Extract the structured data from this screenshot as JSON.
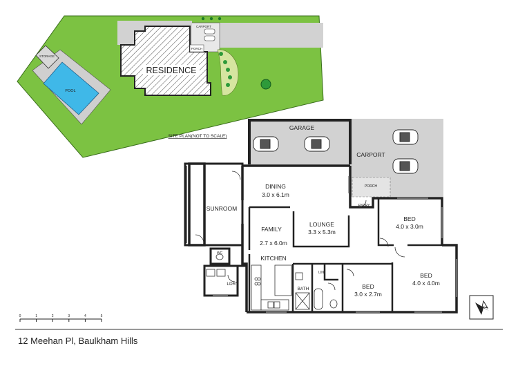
{
  "site": {
    "residence_label": "RESIDENCE",
    "pool_label": "POOL",
    "storage_label": "STORAGE",
    "carport_label": "CARPORT",
    "porch_label": "PORCH",
    "caption": "SITE PLAN(NOT TO SCALE)"
  },
  "floor": {
    "garage": "GARAGE",
    "carport": "CARPORT",
    "porch": "PORCH",
    "entry": "ENTRY",
    "dining": {
      "name": "DINING",
      "dim": "3.0 x 6.1m"
    },
    "sunroom": "SUNROOM",
    "family": {
      "name": "FAMILY",
      "dim": "2.7 x 6.0m"
    },
    "lounge": {
      "name": "LOUNGE",
      "dim": "3.3 x 5.3m"
    },
    "kitchen": "KITCHEN",
    "bed1": {
      "name": "BED",
      "dim": "4.0 x 3.0m"
    },
    "bed2": {
      "name": "BED",
      "dim": "4.0 x 4.0m"
    },
    "bed3": {
      "name": "BED",
      "dim": "3.0 x 2.7m"
    },
    "bath": "BATH",
    "ldry": "LDRY",
    "wc": "WC",
    "lin": "LIN"
  },
  "scale": {
    "ticks": [
      "0",
      "1",
      "2",
      "3",
      "4",
      "5"
    ]
  },
  "compass_icon": "north-arrow-icon",
  "address": "12 Meehan Pl, Baulkham Hills",
  "colors": {
    "grass": "#7cc242",
    "wall": "#222222",
    "pool": "#3fb8e8",
    "paving": "#d2d2d2",
    "tree": "#2e9a3a"
  }
}
